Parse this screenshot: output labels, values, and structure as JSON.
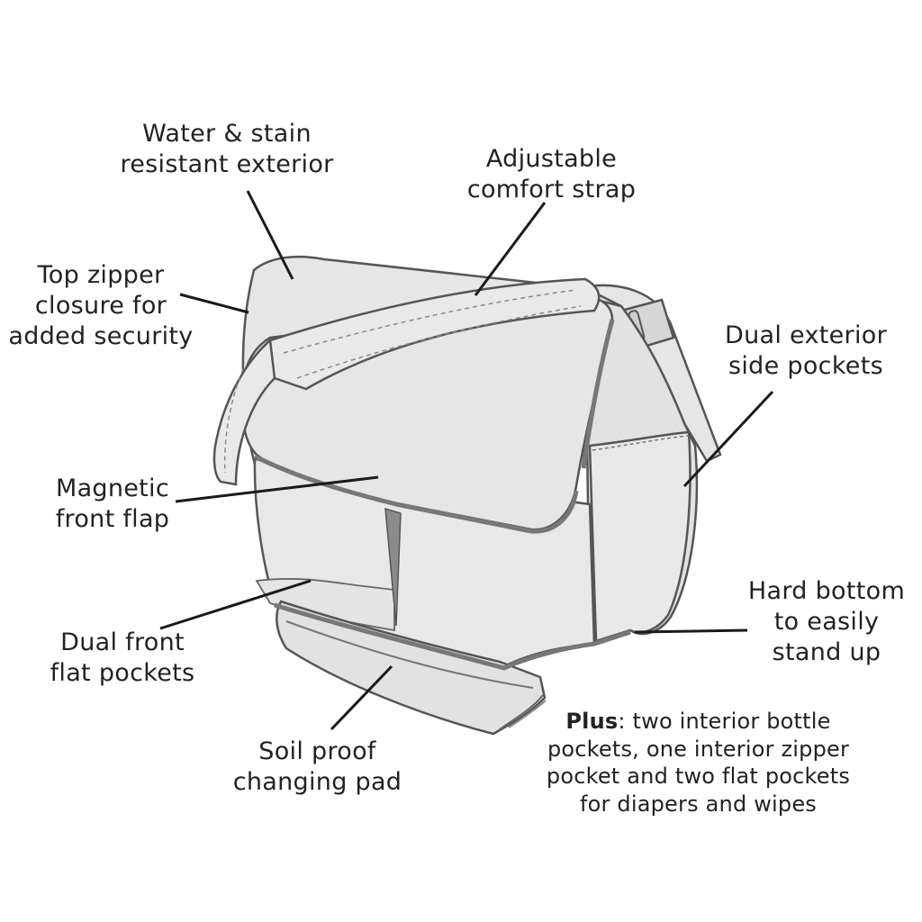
{
  "labels": {
    "water_stain": "Water & stain\nresistant exterior",
    "adjustable_strap": "Adjustable\ncomfort strap",
    "top_zipper": "Top zipper\nclosure for\nadded security",
    "dual_side_pockets": "Dual exterior\nside pockets",
    "magnetic_flap": "Magnetic\nfront flap",
    "hard_bottom": "Hard bottom\nto easily\nstand up",
    "dual_front_pockets": "Dual front\nflat pockets",
    "changing_pad": "Soil proof\nchanging pad"
  },
  "plus_note": {
    "bold": "Plus",
    "text": ": two interior bottle pockets, one interior zipper pocket and two flat pockets for diapers and wipes"
  },
  "colors": {
    "bag_fill": "#e6e6e6",
    "bag_shade": "#d6d6d6",
    "outline": "#555555",
    "trim": "#7a7a7a",
    "leader": "#1a1a1a"
  }
}
